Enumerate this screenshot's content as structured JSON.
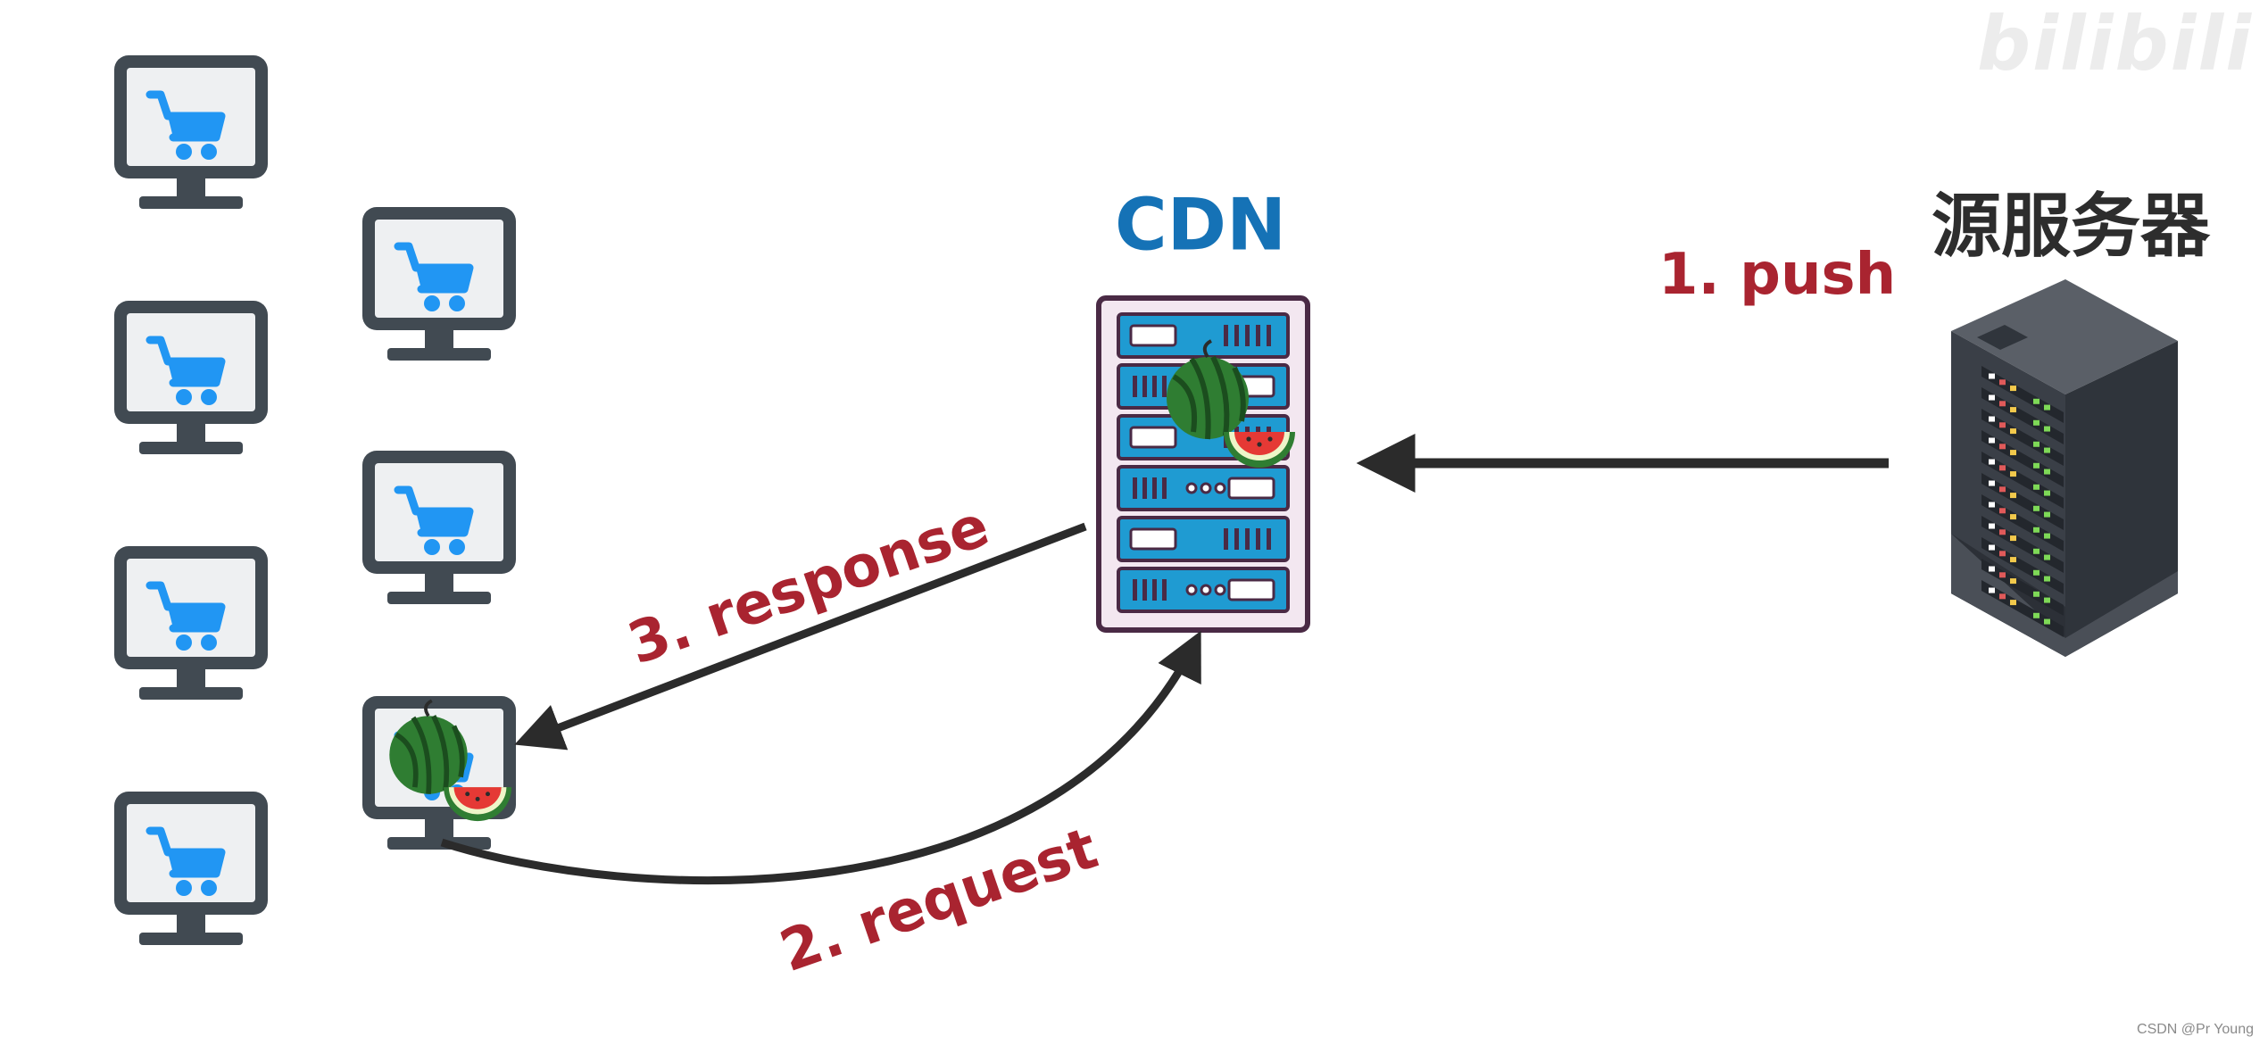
{
  "labels": {
    "cdn": "CDN",
    "origin_server": "源服务器",
    "push": "1. push",
    "request": "2. request",
    "response": "3. response"
  },
  "watermark": {
    "logo": "bilibili",
    "sub": "bilibili"
  },
  "credit": "CSDN @Pr Young",
  "icons": {
    "client": "shopping-cart-monitor-icon",
    "cdn": "cdn-server-rack-icon",
    "origin": "origin-server-tower-icon",
    "content": "watermelon-icon"
  },
  "colors": {
    "label_red": "#a92430",
    "cdn_blue": "#1572b6",
    "cart_blue": "#2196f3",
    "monitor_dark": "#414a52",
    "arrow": "#2b2b2b"
  }
}
